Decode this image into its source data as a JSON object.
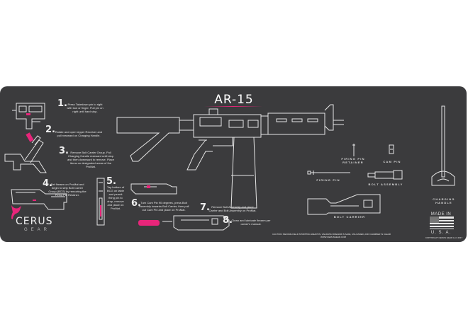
{
  "title": "AR-15",
  "steps": [
    {
      "num": "1.",
      "text": "Press Takedown pin to right with tool or finger. Pull pin on right until hard stop."
    },
    {
      "num": "2.",
      "text": "Rotate and open Upper Receiver and pull rearward on Charging Handle."
    },
    {
      "num": "3.",
      "text": "Remove Bolt Carrier Group. Pull Charging Handle rearward until stop and then downward to remove. Place items on designated areas of the ProMat."
    },
    {
      "num": "4.",
      "text": "Set firearm on ProMat and begin to strip Bolt Carrier Group (BCG) by removing the Firing Pin Retainer."
    },
    {
      "num": "5.",
      "text": "Tap bottom of BCG on table and permit firing pin to drop, remove and place on ProMat."
    },
    {
      "num": "6.",
      "text": "Turn Cam Pin 90 degrees, press Bolt Assembly towards Bolt Carrier, then pull out Cam Pin and place on ProMat."
    },
    {
      "num": "7.",
      "text": "Remove Bolt Assembly and place Carrier and Bolt Assembly on ProMat."
    },
    {
      "num": "8.",
      "text": "Clean and lubricate firearm per owner's manual."
    }
  ],
  "parts": {
    "firing_pin_retainer": "FIRING PIN RETAINER",
    "cam_pin": "CAM PIN",
    "firing_pin": "FIRING PIN",
    "bolt_assembly": "BOLT ASSEMBLY",
    "bolt_carrier": "BOLT CARRIER",
    "charging_handle": "CHARGING HANDLE"
  },
  "brand": {
    "name": "CERUS",
    "sub": "GEAR"
  },
  "made_in": {
    "top": "MADE IN",
    "bottom": "U. S. A."
  },
  "caution": "CAUTION: BEFORE FIELD STRIPPING WEAPON, VALIDATE FIREARM IS SAFE, UNLOADED, AND CHAMBER IS CLEAR",
  "website": "WWW.CERUSGEAR.COM",
  "copyright": "COPYRIGHT CERUS GEAR LLC 2017",
  "colors": {
    "mat": "#3b3b3d",
    "accent": "#e8257a",
    "line": "#e6e6e6"
  }
}
